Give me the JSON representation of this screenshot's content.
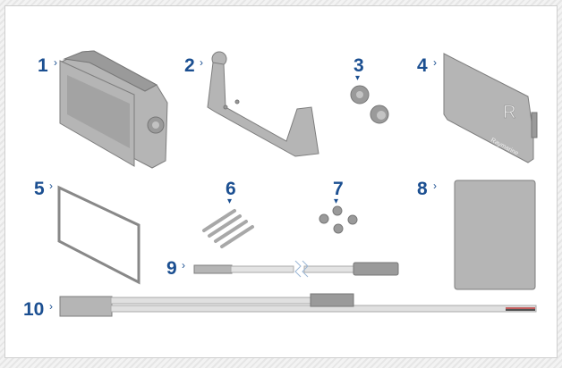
{
  "items": [
    {
      "number": "1",
      "name": "display-unit"
    },
    {
      "number": "2",
      "name": "trunnion-bracket"
    },
    {
      "number": "3",
      "name": "bracket-knobs"
    },
    {
      "number": "4",
      "name": "sun-cover"
    },
    {
      "number": "5",
      "name": "panel-gasket"
    },
    {
      "number": "6",
      "name": "bezel-clips"
    },
    {
      "number": "7",
      "name": "mounting-nuts"
    },
    {
      "number": "8",
      "name": "documentation"
    },
    {
      "number": "9",
      "name": "network-cable"
    },
    {
      "number": "10",
      "name": "power-data-cable"
    }
  ],
  "sun_cover_logo": "Raymarine",
  "colors": {
    "label": "#1b4f91",
    "part": "#b5b5b5",
    "outline": "#7d7d7d"
  }
}
